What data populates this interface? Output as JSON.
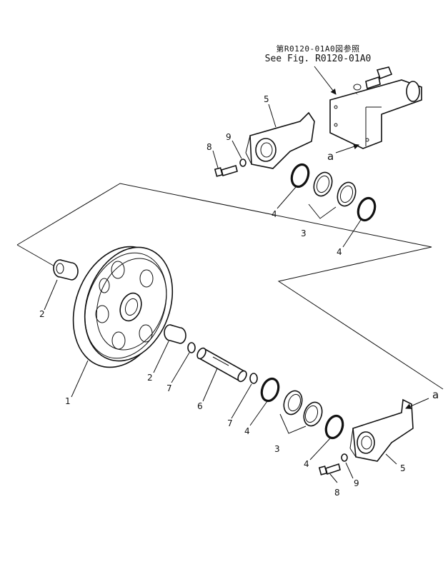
{
  "reference": {
    "japanese": "第R0120-01A0図参照",
    "english": "See Fig. R0120-01A0"
  },
  "callouts": {
    "c1": "1",
    "c2a": "2",
    "c2b": "2",
    "c3a": "3",
    "c3b": "3",
    "c4a": "4",
    "c4b": "4",
    "c4c": "4",
    "c4d": "4",
    "c5a": "5",
    "c5b": "5",
    "c6": "6",
    "c7a": "7",
    "c7b": "7",
    "c8a": "8",
    "c8b": "8",
    "c9a": "9",
    "c9b": "9",
    "arrowA1": "a",
    "arrowA2": "a"
  }
}
